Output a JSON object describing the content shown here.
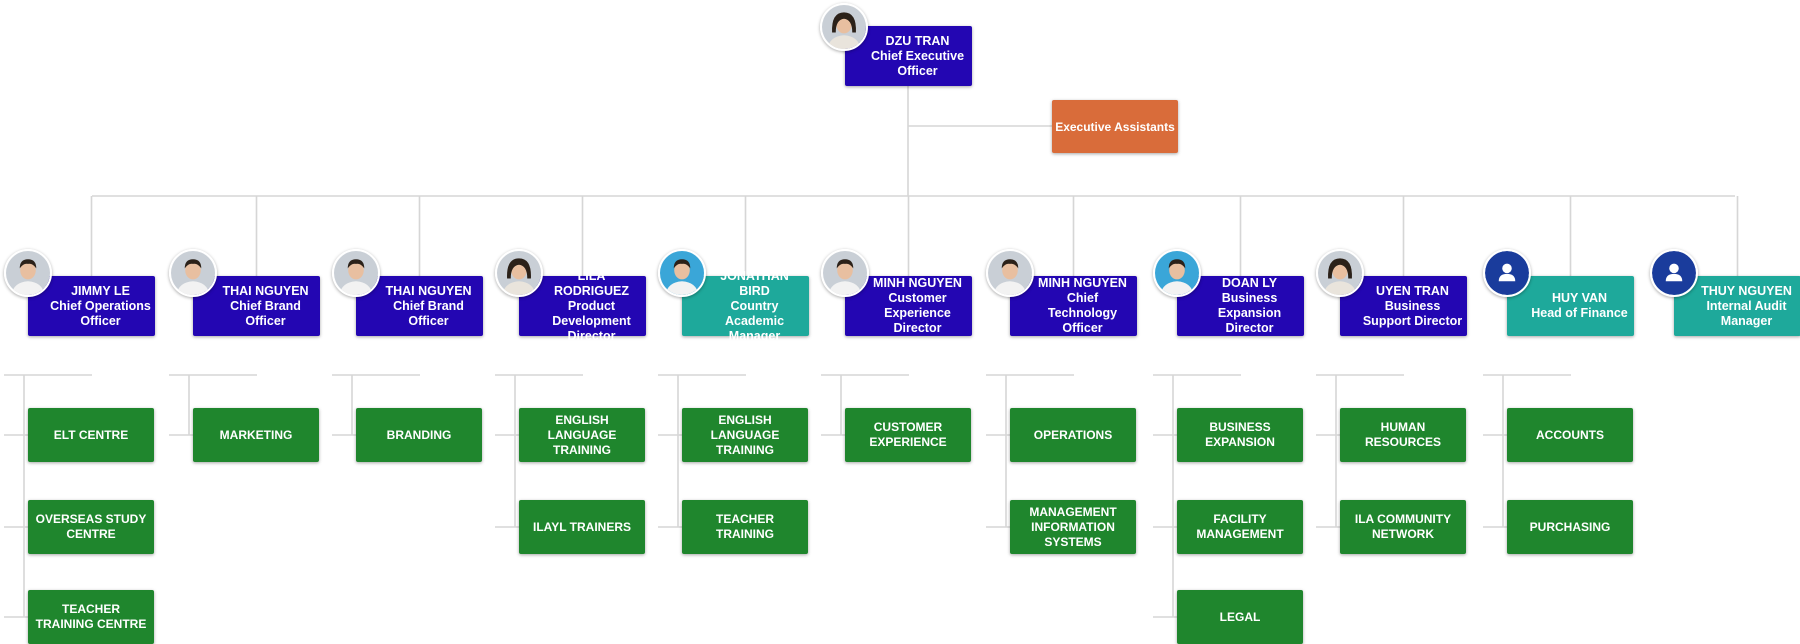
{
  "colors": {
    "person_purple": "#2306b2",
    "person_teal": "#1ea99b",
    "dept_green": "#1f862d",
    "assistant_orange": "#d96c3a",
    "connector": "#d6d6d6",
    "skin": "#e8bfa0",
    "hair_dark": "#2b2119",
    "placeholder_blue": "#1a3c9c",
    "photo_bg_light": "#c9cfd6",
    "photo_bg_blue": "#3aa6d8"
  },
  "ceo": {
    "name": "DZU TRAN",
    "title": "Chief Executive Officer",
    "avatar": "photo-woman"
  },
  "assistant": {
    "label": "Executive Assistants"
  },
  "executives": [
    {
      "name": "JIMMY LE",
      "title": "Chief Operations Officer",
      "color": "purple",
      "avatar": "photo-man",
      "departments": [
        "ELT CENTRE",
        "OVERSEAS STUDY CENTRE",
        "TEACHER TRAINING CENTRE"
      ]
    },
    {
      "name": "THAI NGUYEN",
      "title": "Chief Brand Officer",
      "color": "purple",
      "avatar": "photo-man",
      "departments": [
        "MARKETING"
      ]
    },
    {
      "name": "THAI NGUYEN",
      "title": "Chief Brand Officer",
      "color": "purple",
      "avatar": "photo-man",
      "departments": [
        "BRANDING"
      ]
    },
    {
      "name": "LILA RODRIGUEZ",
      "title": "Product Development Director",
      "color": "purple",
      "avatar": "photo-woman",
      "departments": [
        "ENGLISH LANGUAGE TRAINING",
        "ILAYL TRAINERS"
      ]
    },
    {
      "name": "JONATHAN BIRD",
      "title": "Country Academic Manager",
      "color": "teal",
      "avatar": "photo-man-blue",
      "departments": [
        "ENGLISH LANGUAGE TRAINING",
        "TEACHER TRAINING"
      ]
    },
    {
      "name": "MINH NGUYEN",
      "title": "Customer Experience Director",
      "color": "purple",
      "avatar": "photo-man",
      "departments": [
        "CUSTOMER EXPERIENCE"
      ]
    },
    {
      "name": "MINH NGUYEN",
      "title": "Chief Technology Officer",
      "color": "purple",
      "avatar": "photo-man",
      "departments": [
        "OPERATIONS",
        "MANAGEMENT INFORMATION SYSTEMS"
      ]
    },
    {
      "name": "DOAN LY",
      "title": "Business Expansion Director",
      "color": "purple",
      "avatar": "photo-man-blue",
      "departments": [
        "BUSINESS EXPANSION",
        "FACILITY MANAGEMENT",
        "LEGAL"
      ]
    },
    {
      "name": "UYEN TRAN",
      "title": "Business Support Director",
      "color": "purple",
      "avatar": "photo-woman",
      "departments": [
        "HUMAN RESOURCES",
        "ILA COMMUNITY NETWORK"
      ]
    },
    {
      "name": "HUY VAN",
      "title": "Head of Finance",
      "color": "teal",
      "avatar": "person-placeholder-icon",
      "departments": [
        "ACCOUNTS",
        "PURCHASING"
      ]
    },
    {
      "name": "THUY NGUYEN",
      "title": "Internal Audit Manager",
      "color": "teal",
      "avatar": "person-placeholder-icon",
      "departments": []
    }
  ]
}
